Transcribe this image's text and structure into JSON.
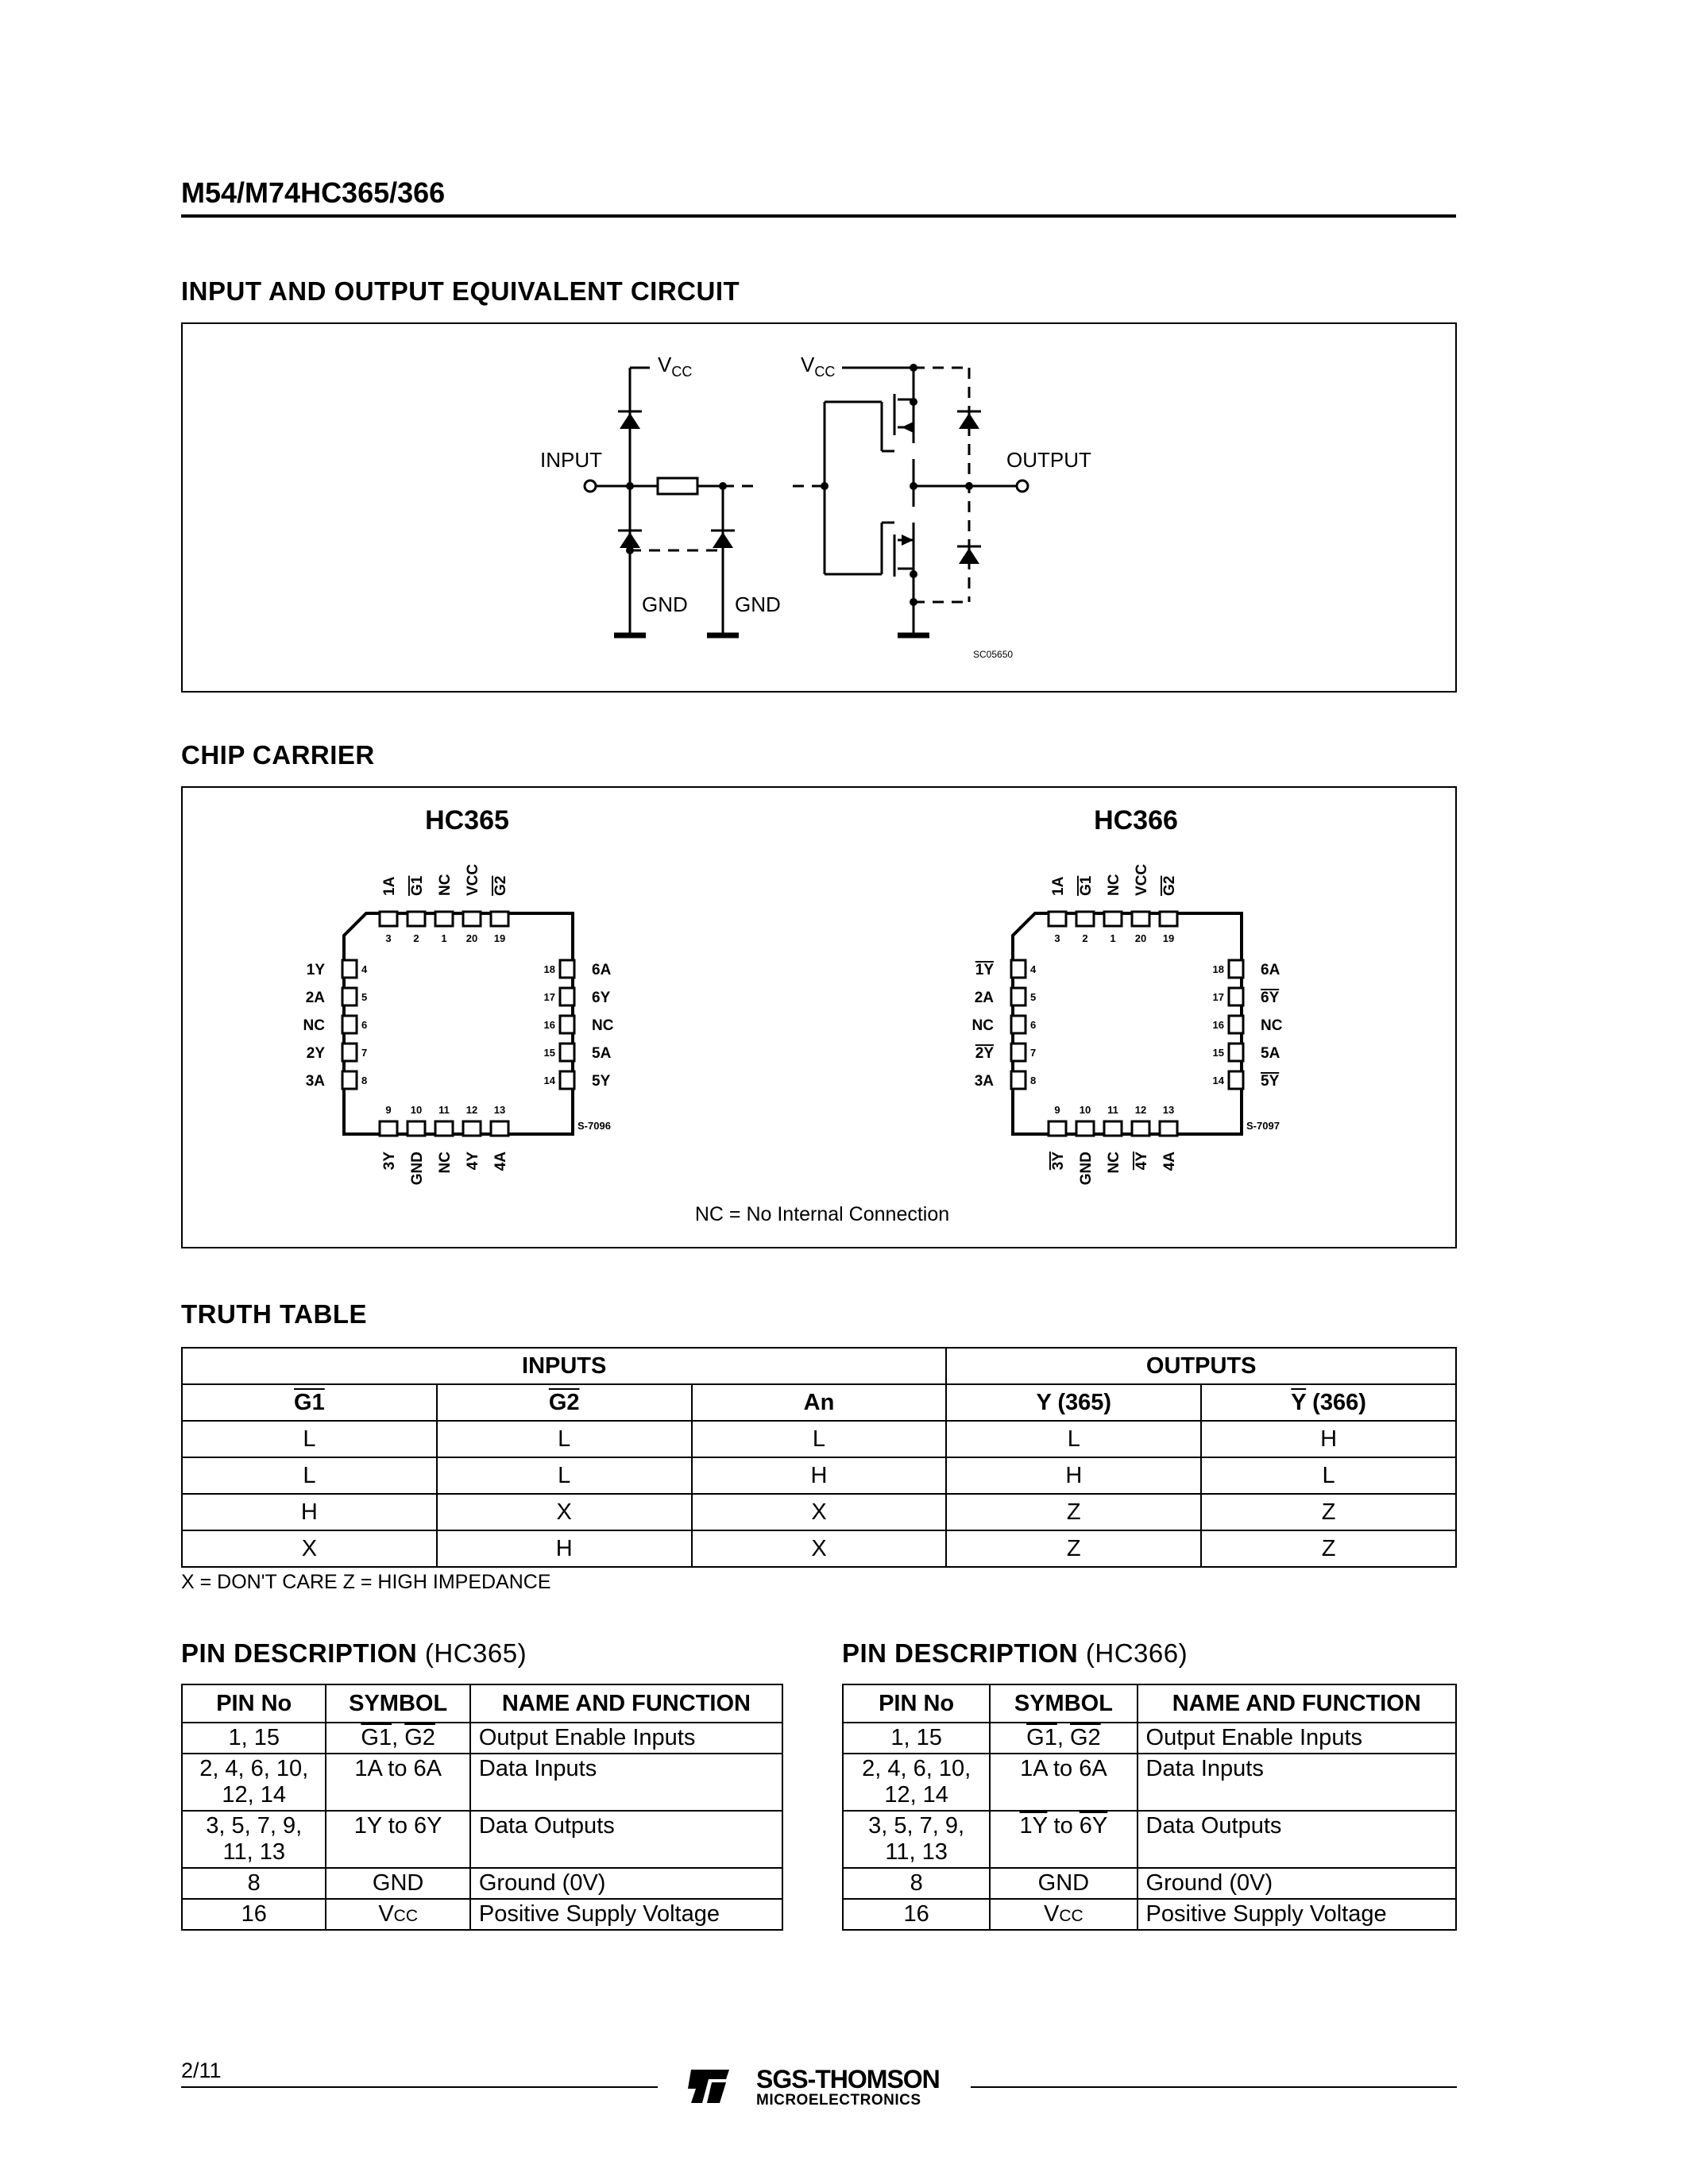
{
  "header": {
    "title": "M54/M74HC365/366"
  },
  "circuit": {
    "heading": "INPUT AND OUTPUT EQUIVALENT CIRCUIT",
    "vcc_left": "V",
    "vcc_left_sub": "CC",
    "vcc_right": "V",
    "vcc_right_sub": "CC",
    "input": "INPUT",
    "output": "OUTPUT",
    "gnd1": "GND",
    "gnd2": "GND",
    "code": "SC05650"
  },
  "chip_carrier": {
    "heading": "CHIP CARRIER",
    "nc_note": "NC = No Internal Connection",
    "hc365": {
      "title": "HC365",
      "top_labels": [
        "1A",
        "G1",
        "NC",
        "VCC",
        "G2"
      ],
      "top_numbers": [
        "3",
        "2",
        "1",
        "20",
        "19"
      ],
      "left_labels": [
        "1Y",
        "2A",
        "NC",
        "2Y",
        "3A"
      ],
      "left_numbers": [
        "4",
        "5",
        "6",
        "7",
        "8"
      ],
      "right_labels": [
        "6A",
        "6Y",
        "NC",
        "5A",
        "5Y"
      ],
      "right_numbers": [
        "18",
        "17",
        "16",
        "15",
        "14"
      ],
      "bottom_labels": [
        "3Y",
        "GND",
        "NC",
        "4Y",
        "4A"
      ],
      "bottom_numbers": [
        "9",
        "10",
        "11",
        "12",
        "13"
      ],
      "code": "S-7096"
    },
    "hc366": {
      "title": "HC366",
      "top_labels": [
        "1A",
        "G1",
        "NC",
        "VCC",
        "G2"
      ],
      "top_numbers": [
        "3",
        "2",
        "1",
        "20",
        "19"
      ],
      "left_labels": [
        "1Y",
        "2A",
        "NC",
        "2Y",
        "3A"
      ],
      "left_numbers": [
        "4",
        "5",
        "6",
        "7",
        "8"
      ],
      "right_labels": [
        "6A",
        "6Y",
        "NC",
        "5A",
        "5Y"
      ],
      "right_numbers": [
        "18",
        "17",
        "16",
        "15",
        "14"
      ],
      "bottom_labels": [
        "3Y",
        "GND",
        "NC",
        "4Y",
        "4A"
      ],
      "bottom_numbers": [
        "9",
        "10",
        "11",
        "12",
        "13"
      ],
      "code": "S-7097"
    }
  },
  "truth_table": {
    "heading": "TRUTH TABLE",
    "group_inputs": "INPUTS",
    "group_outputs": "OUTPUTS",
    "columns": [
      "G1",
      "G2",
      "An",
      "Y (365)",
      "Y (366)"
    ],
    "rows": [
      [
        "L",
        "L",
        "L",
        "L",
        "H"
      ],
      [
        "L",
        "L",
        "H",
        "H",
        "L"
      ],
      [
        "H",
        "X",
        "X",
        "Z",
        "Z"
      ],
      [
        "X",
        "H",
        "X",
        "Z",
        "Z"
      ]
    ],
    "note": "X = DON'T CARE   Z = HIGH IMPEDANCE"
  },
  "pin_desc_365": {
    "heading": "PIN DESCRIPTION",
    "heading_suffix": "(HC365)",
    "columns": [
      "PIN No",
      "SYMBOL",
      "NAME AND FUNCTION"
    ],
    "rows": [
      {
        "pin": "1, 15",
        "symbol_a": "G1",
        "symbol_sep": ", ",
        "symbol_b": "G2",
        "name": "Output Enable Inputs"
      },
      {
        "pin": "2, 4, 6, 10, 12, 14",
        "symbol": "1A to 6A",
        "name": "Data Inputs"
      },
      {
        "pin": "3, 5, 7, 9, 11, 13",
        "symbol": "1Y to 6Y",
        "name": "Data Outputs"
      },
      {
        "pin": "8",
        "symbol": "GND",
        "name": "Ground (0V)"
      },
      {
        "pin": "16",
        "symbol_main": "V",
        "symbol_sub": "CC",
        "name": "Positive Supply Voltage"
      }
    ]
  },
  "pin_desc_366": {
    "heading": "PIN DESCRIPTION",
    "heading_suffix": "(HC366)",
    "columns": [
      "PIN No",
      "SYMBOL",
      "NAME AND FUNCTION"
    ],
    "rows": [
      {
        "pin": "1, 15",
        "symbol_a": "G1",
        "symbol_sep": ", ",
        "symbol_b": "G2",
        "name": "Output Enable Inputs"
      },
      {
        "pin": "2, 4, 6, 10, 12, 14",
        "symbol": "1A to 6A",
        "name": "Data Inputs"
      },
      {
        "pin": "3, 5, 7, 9, 11, 13",
        "symbol_a": "1Y",
        "symbol_sep": " to ",
        "symbol_b": "6Y",
        "name": "Data Outputs"
      },
      {
        "pin": "8",
        "symbol": "GND",
        "name": "Ground (0V)"
      },
      {
        "pin": "16",
        "symbol_main": "V",
        "symbol_sub": "CC",
        "name": "Positive Supply Voltage"
      }
    ]
  },
  "footer": {
    "page": "2/11",
    "brand": "SGS-THOMSON",
    "brand_sub": "MICROELECTRONICS"
  }
}
